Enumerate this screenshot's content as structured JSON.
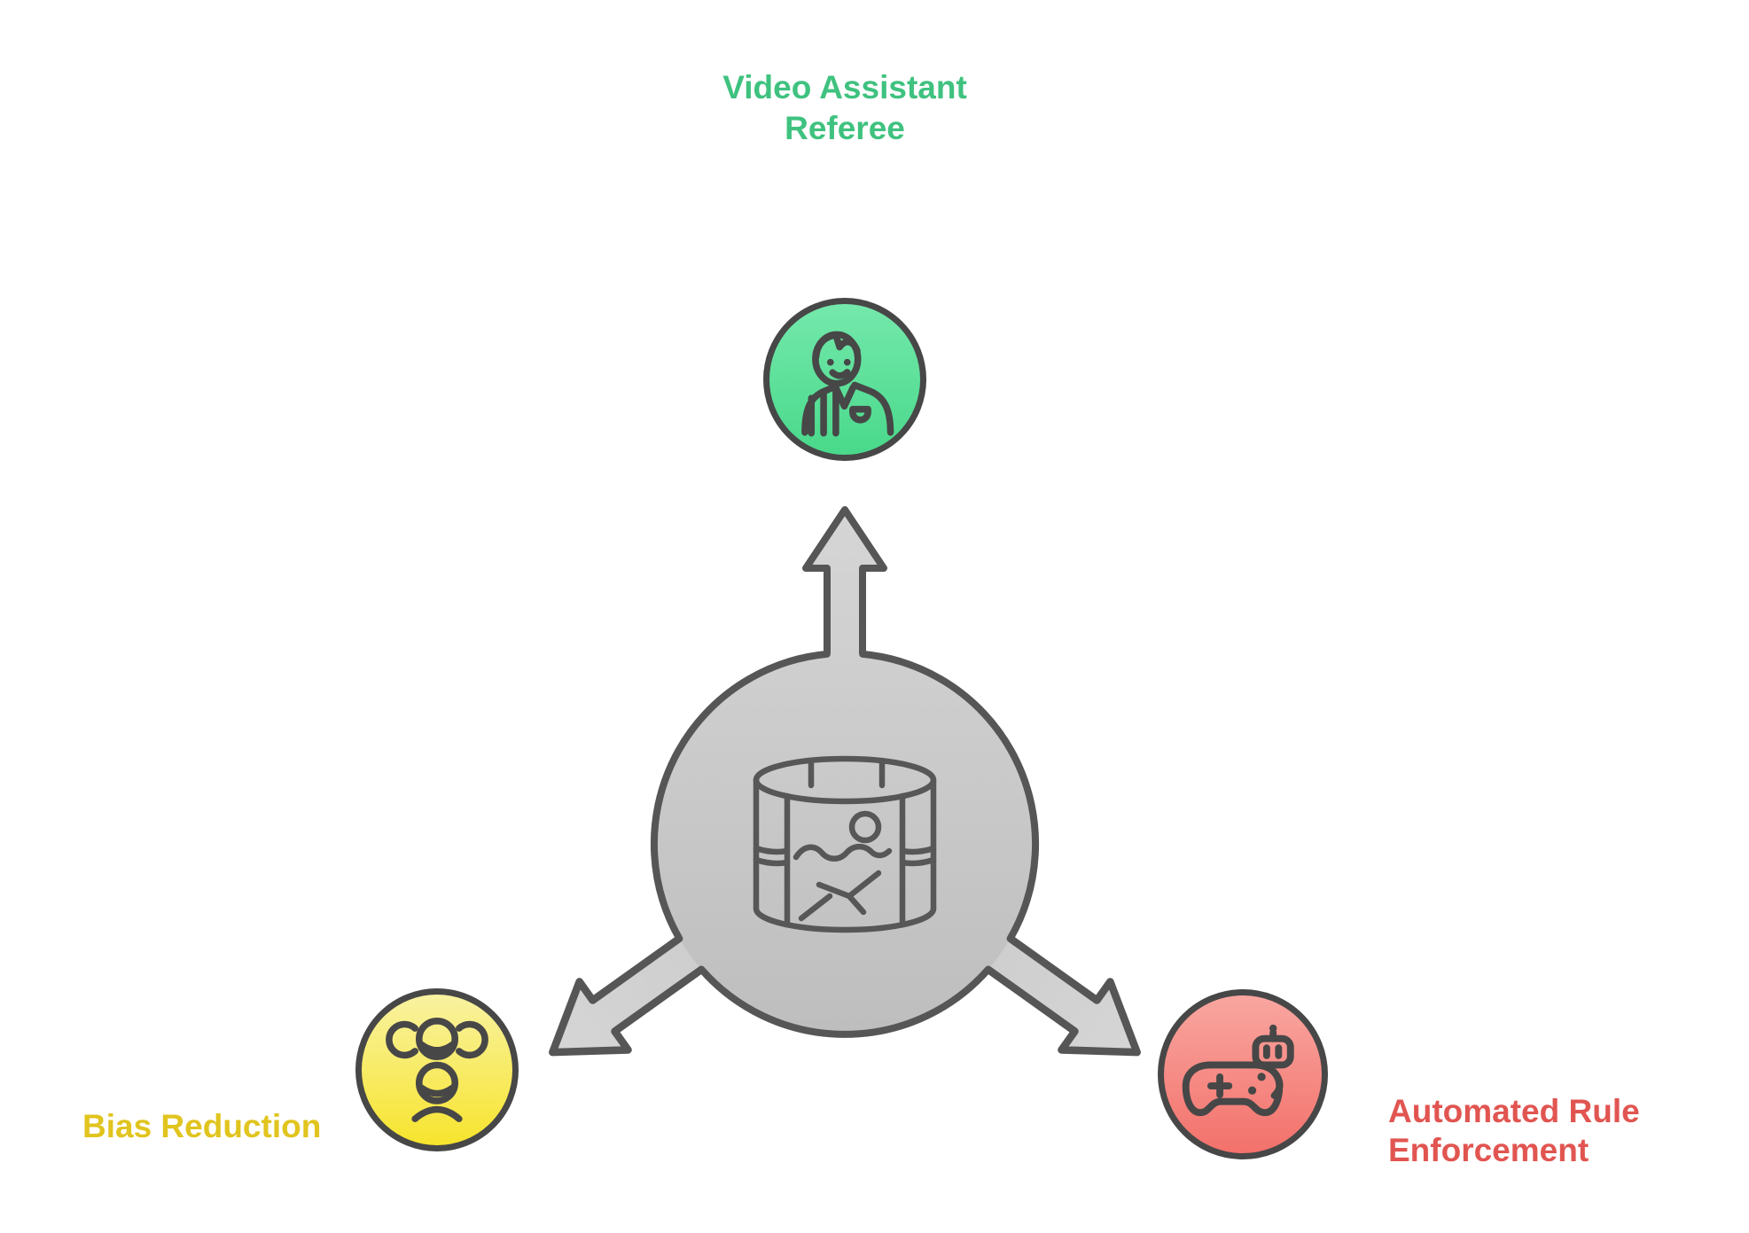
{
  "diagram": {
    "hub": {
      "icon": "sports-video-cylinder-icon"
    },
    "nodes": [
      {
        "id": "video-assistant-referee",
        "label": "Video Assistant\nReferee",
        "icon": "referee-icon",
        "color": "#3fc27f"
      },
      {
        "id": "bias-reduction",
        "label": "Bias Reduction",
        "icon": "group-faces-icon",
        "color": "#e1c41e"
      },
      {
        "id": "automated-rule-enforcement",
        "label": "Automated Rule\nEnforcement",
        "icon": "robot-gamepad-icon",
        "color": "#e15551"
      }
    ]
  },
  "colors": {
    "node-outline": "#474747",
    "hub-outline": "#565656",
    "hub-icon-stroke": "#575757",
    "hub-gray-top": "#d6d6d6",
    "hub-gray-bottom": "#bdbdbd",
    "green-top": "#74e8ab",
    "green-bottom": "#49d98b",
    "yellow-top": "#f9f2a1",
    "yellow-bottom": "#f7e42d",
    "red-top": "#f9a6a0",
    "red-bottom": "#f3716b",
    "green-text": "#3fc27f",
    "yellow-text": "#e1c41e",
    "red-text": "#e15551"
  }
}
